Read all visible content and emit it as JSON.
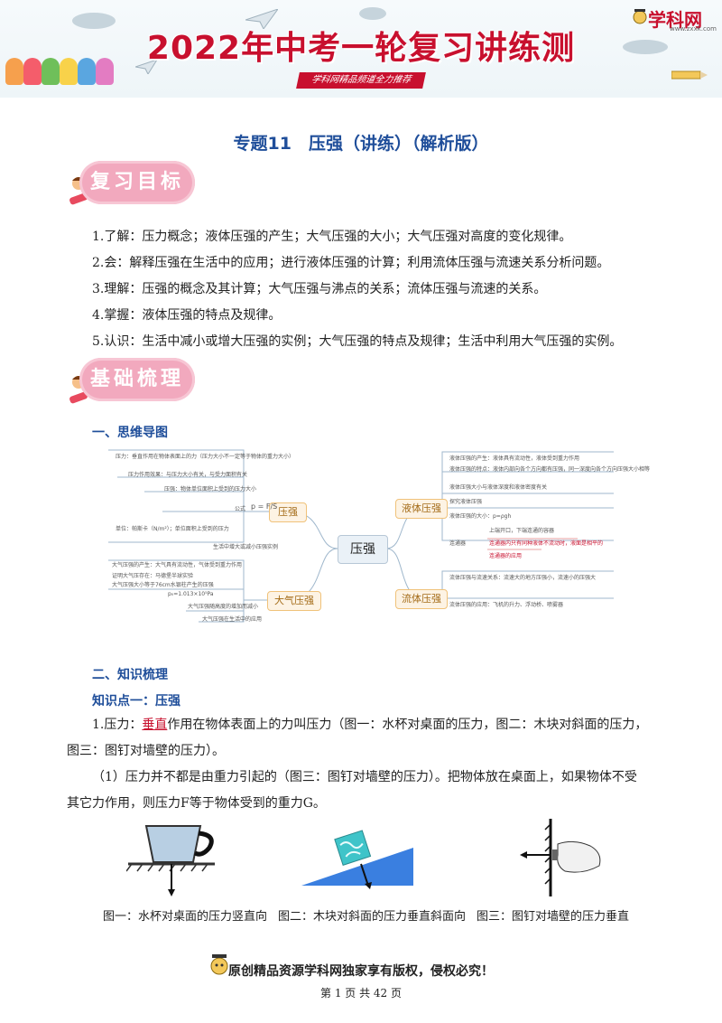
{
  "header": {
    "title": "2022年中考一轮复习讲练测",
    "subtitle": "学科网精品频道全力推荐",
    "logo_text": "学科网",
    "logo_url": "www.zxxk.com"
  },
  "doc_title": "专题11　压强（讲练）（解析版）",
  "sections": {
    "review_goals": "复习目标",
    "basics": "基础梳理"
  },
  "goals": [
    "1.了解：压力概念；液体压强的产生；大气压强的大小；大气压强对高度的变化规律。",
    "2.会：解释压强在生活中的应用；进行液体压强的计算；利用流体压强与流速关系分析问题。",
    "3.理解：压强的概念及其计算；大气压强与沸点的关系；流体压强与流速的关系。",
    "4.掌握：液体压强的特点及规律。",
    "5.认识：生活中减小或增大压强的实例；大气压强的特点及规律；生活中利用大气压强的实例。"
  ],
  "mindmap": {
    "heading": "一、思维导图",
    "center": "压强",
    "left_branches": [
      "压强",
      "大气压强"
    ],
    "right_branches": [
      "液体压强",
      "流体压强"
    ],
    "formula": "p = F/S",
    "left_top_notes": [
      "压力：垂直作用在物体表面上的力（压力大小不一定等于物体的重力大小）",
      "压力作用效果：与压力大小有关，与受力面积有关",
      "压强：物体单位面积上受到的压力大小",
      "公式",
      "单位：帕斯卡（N/m²）；单位面积上受到的压力",
      "生活中增大或减小压强实例"
    ],
    "left_bottom_notes": [
      "大气压强的产生：大气具有流动性，气体受到重力作用",
      "证明大气压存在：马德堡半球实验",
      "大气压强大小等于76cm水银柱产生的压强",
      "p₀=1.013×10⁵Pa",
      "大气压强随高度的增加而减小",
      "大气压强在生活中的应用"
    ],
    "right_top_notes": [
      "液体压强的产生：液体具有流动性，液体受到重力作用",
      "液体压强的特点：液体内部向各个方向都有压强，同一深度向各个方向压强大小相等",
      "液体压强大小与液体深度和液体密度有关",
      "探究液体压强",
      "液体压强的大小：p=ρgh",
      "上端开口，下端连通的容器",
      "连通器",
      "连通器内只有同种液体不流动时，液面是相平的",
      "连通器的应用"
    ],
    "right_bottom_notes": [
      "流体压强与流速关系：流速大的地方压强小，流速小的压强大",
      "流体压强的应用：飞机的升力、浮动桥、喷雾器"
    ]
  },
  "knowledge": {
    "heading": "二、知识梳理",
    "point1_title": "知识点一：压强",
    "p1_prefix": "1.压力：",
    "p1_highlight": "垂直",
    "p1_rest": "作用在物体表面上的力叫压力（图一：水杯对桌面的压力，图二：木块对斜面的压力，",
    "p1_line2": "图三：图钉对墙壁的压力）。",
    "p2_line1": "（1）压力并不都是由重力引起的（图三：图钉对墙壁的压力）。把物体放在桌面上，如果物体不受",
    "p2_line2": "其它力作用，则压力F等于物体受到的重力G。"
  },
  "figures": {
    "captions": [
      "图一：水杯对桌面的压力竖直向",
      "图二：木块对斜面的压力垂直斜面向",
      "图三：图钉对墙壁的压力垂直"
    ]
  },
  "footer": {
    "copyright": "原创精品资源学科网独家享有版权，侵权必究！",
    "page": "第 1 页 共 42 页"
  },
  "colors": {
    "accent_red": "#c8102e",
    "heading_blue": "#1f4e9a",
    "badge_pink": "#f2a9be"
  }
}
